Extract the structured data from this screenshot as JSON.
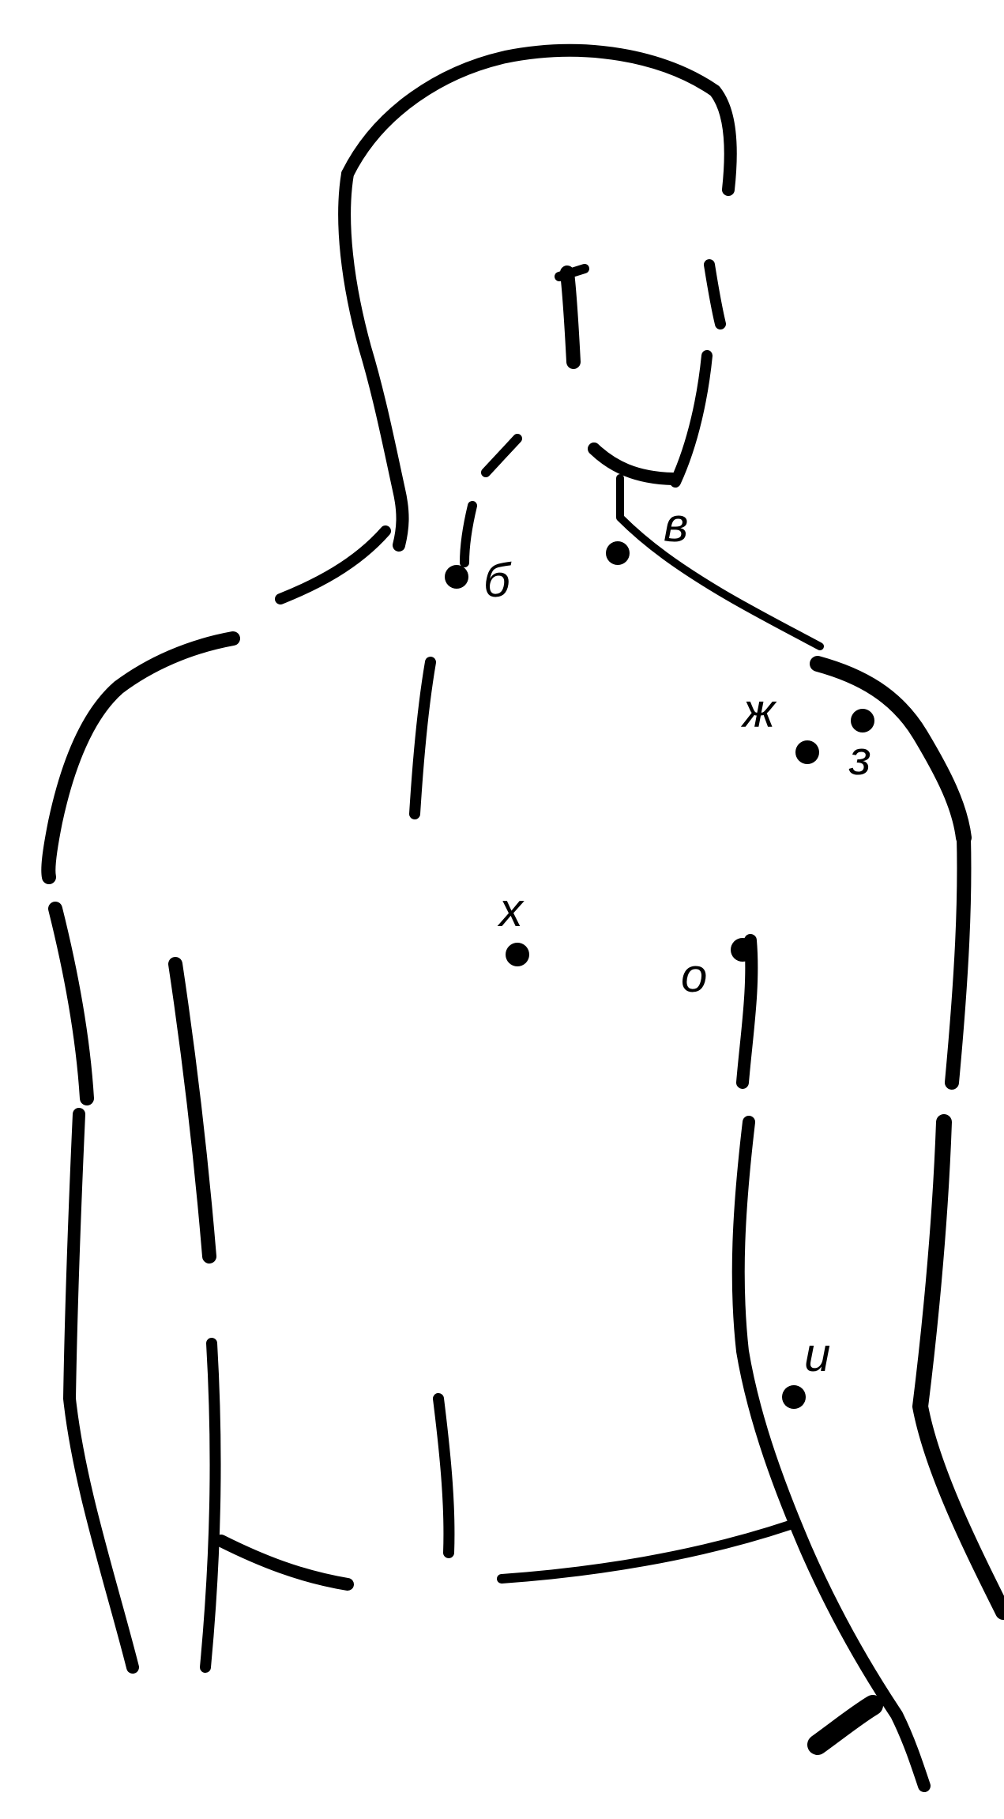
{
  "figure": {
    "line_color": "#000000",
    "background_color": "#ffffff",
    "points": [
      {
        "id": "b",
        "label": "б"
      },
      {
        "id": "v",
        "label": "в"
      },
      {
        "id": "zh",
        "label": "ж"
      },
      {
        "id": "z",
        "label": "з"
      },
      {
        "id": "h",
        "label": "х"
      },
      {
        "id": "o",
        "label": "о"
      },
      {
        "id": "i",
        "label": "и"
      }
    ]
  }
}
